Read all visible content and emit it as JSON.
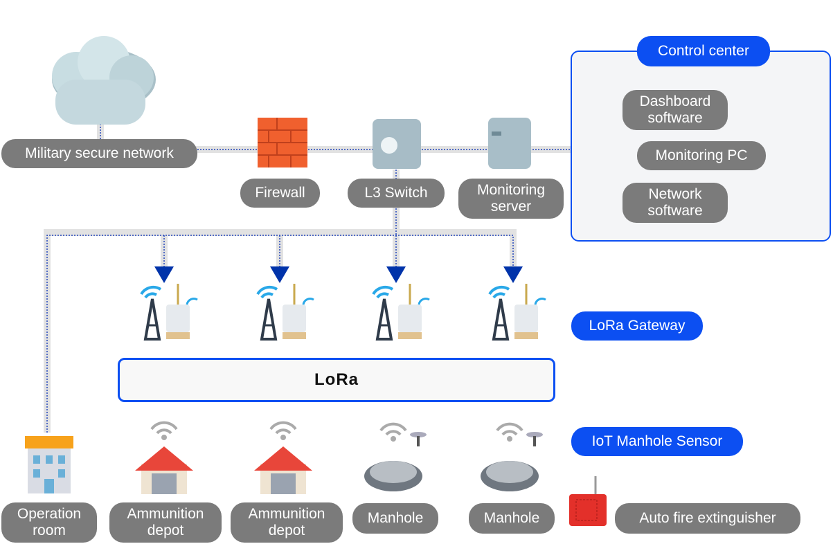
{
  "network": {
    "military_network": "Military secure network",
    "firewall": "Firewall",
    "l3_switch": "L3 Switch",
    "monitoring_server": "Monitoring server"
  },
  "control_center": {
    "title": "Control center",
    "dashboard_software": "Dashboard software",
    "monitoring_pc": "Monitoring PC",
    "network_software": "Network software"
  },
  "lora": {
    "gateway_label": "LoRa Gateway",
    "logo_text": "LoRa",
    "sensor_label": "IoT Manhole Sensor"
  },
  "endpoints": [
    {
      "label": "Operation room",
      "icon": "building-icon"
    },
    {
      "label": "Ammunition depot",
      "icon": "depot-icon"
    },
    {
      "label": "Ammunition depot",
      "icon": "depot-icon"
    },
    {
      "label": "Manhole",
      "icon": "manhole-icon"
    },
    {
      "label": "Manhole",
      "icon": "manhole-icon"
    },
    {
      "label": "Auto fire extinguisher",
      "icon": "fire-extinguisher-icon"
    }
  ],
  "colors": {
    "accent": "#0c4ff2",
    "pill": "#7b7b7b",
    "arrow": "#0033aa",
    "wifi": "#29a8e8"
  }
}
